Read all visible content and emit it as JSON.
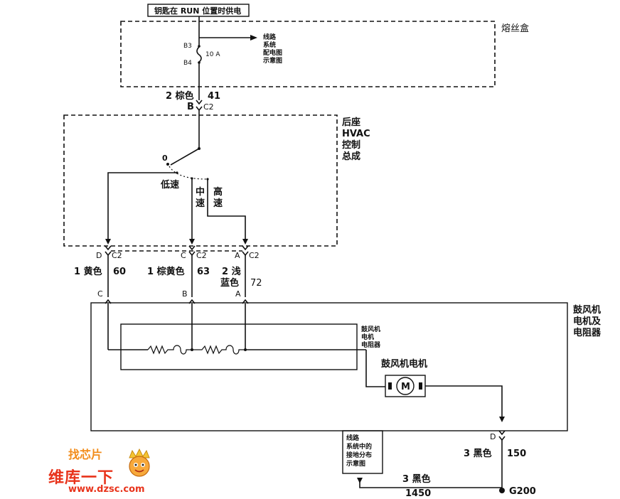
{
  "labels": {
    "top_banner": "钥匙在 RUN 位置时供电",
    "fuse_box": "熔丝盒",
    "fuse_b3": "B3",
    "fuse_b4": "B4",
    "fuse_rating": "10 A",
    "circuit_ref_1": "线路",
    "circuit_ref_2": "系统",
    "circuit_ref_3": "配电图",
    "circuit_ref_4": "示意图",
    "wire_top_size_color": "2 棕色",
    "wire_top_circuit": "41",
    "wire_top_pin": "B",
    "wire_top_connector": "C2",
    "hvac_1": "后座",
    "hvac_2": "HVAC",
    "hvac_3": "控制",
    "hvac_4": "总成",
    "switch_off": "0",
    "speed_low": "低速",
    "speed_mid_1": "中",
    "speed_mid_2": "速",
    "speed_high_1": "高",
    "speed_high_2": "速",
    "pin_d": "D",
    "conn_d": "C2",
    "pin_c": "C",
    "conn_c": "C2",
    "pin_a": "A",
    "conn_a": "C2",
    "wire1_size_color": "1 黄色",
    "wire1_circuit": "60",
    "wire2_size_color": "1 棕黄色",
    "wire2_circuit": "63",
    "wire3_size": "2 浅",
    "wire3_color": "蓝色",
    "wire3_circuit": "72",
    "blower_pin_c": "C",
    "blower_pin_b": "B",
    "blower_pin_a": "A",
    "assembly_1": "鼓风机",
    "assembly_2": "电机及",
    "assembly_3": "电阻器",
    "resistor_1": "鼓风机",
    "resistor_2": "电机",
    "resistor_3": "电阻器",
    "motor_label": "鼓风机电机",
    "motor_symbol": "M",
    "ground_pin": "D",
    "ground_ref_1": "线路",
    "ground_ref_2": "系统中的",
    "ground_ref_3": "接地分布",
    "ground_ref_4": "示意图",
    "wire_g_size_color": "3 黑色",
    "wire_g_circuit": "150",
    "wire_h_size_color": "3 黑色",
    "wire_h_circuit": "1450",
    "ground_point": "G200"
  },
  "watermark": {
    "top_text": "找芯片",
    "main_text": "维库一下",
    "url": "www.dzsc.com",
    "color": "#e8331b"
  }
}
